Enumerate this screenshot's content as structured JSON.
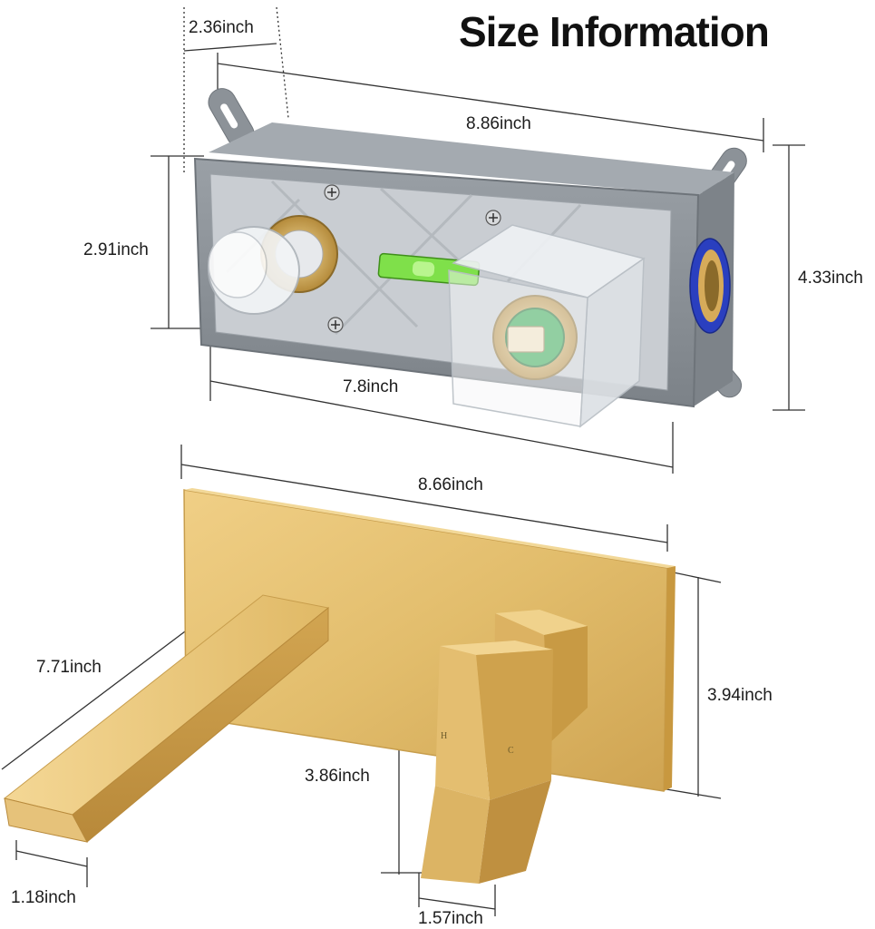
{
  "title": "Size Information",
  "dimensions": {
    "box_depth": "2.36inch",
    "box_length": "8.86inch",
    "box_height_inner": "2.91inch",
    "box_height_outer": "4.33inch",
    "box_width_inner": "7.8inch",
    "plate_width": "8.66inch",
    "plate_height": "3.94inch",
    "spout_length": "7.71inch",
    "handle_height": "3.86inch",
    "spout_thickness": "1.18inch",
    "handle_width": "1.57inch"
  },
  "handle_marks": {
    "hot": "H",
    "cold": "C"
  },
  "colors": {
    "gold": "#d9b464",
    "gold_dark": "#b8903c",
    "box_gray": "#8a9096",
    "clear_cover": "#eef1f4",
    "level_green": "#5fd12a",
    "port_blue": "#2a3fbf"
  }
}
